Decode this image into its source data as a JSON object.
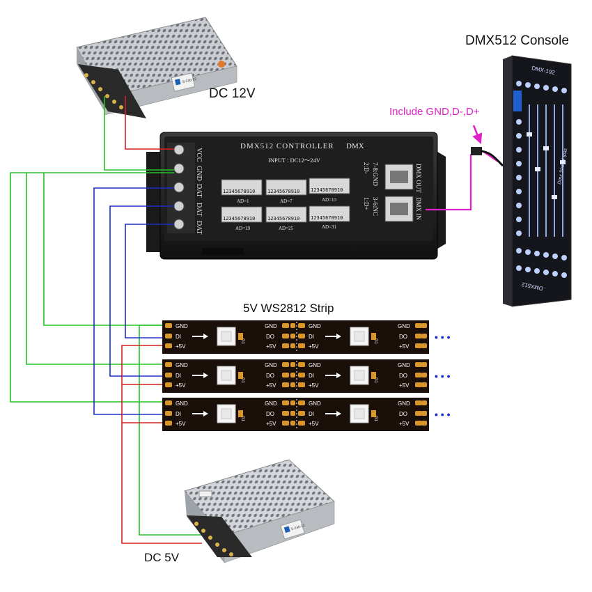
{
  "labels": {
    "console_title": "DMX512 Console",
    "psu12_label": "DC 12V",
    "psu5_label": "DC 5V",
    "strip_title": "5V WS2812 Strip",
    "dmx_note": "Include GND,D-,D+"
  },
  "controller": {
    "title": "DMX512 CONTROLLER",
    "dmx_text": "DMX",
    "input_text": "INPUT : DC12～24V",
    "terminals": [
      "VCC",
      "GND",
      "DAT",
      "DAT",
      "DAT"
    ],
    "dip_numbers": "12345678910",
    "addresses": [
      "AD=1",
      "AD=7",
      "AD=13",
      "AD=19",
      "AD=25",
      "AD=31"
    ],
    "pin_top": "2:D-",
    "pin_top2": "7-8:GND",
    "pin_bottom": "1:D+",
    "pin_bottom2": "3-6:NC",
    "port_out": "DMX OUT",
    "port_in": "DMX IN"
  },
  "psu": {
    "model": "S-240-12"
  },
  "console": {
    "model_top": "DMX-192",
    "model_bottom": "DMX512",
    "script": "Dmx Sho-Di ipas"
  },
  "strip": {
    "left_pins": [
      "GND",
      "DI",
      "+5V"
    ],
    "right_pins": [
      "GND",
      "DO",
      "+5V"
    ],
    "led_label": "G1",
    "ellipsis": "• • •"
  },
  "colors": {
    "red_wire": "#d42020",
    "green_wire": "#22c422",
    "blue_wire": "#1a2fc8",
    "magenta_wire": "#e020c8",
    "strip_bg": "#1b0f0a",
    "pad": "#d9962a",
    "ellipsis": "#1a2fc8"
  }
}
